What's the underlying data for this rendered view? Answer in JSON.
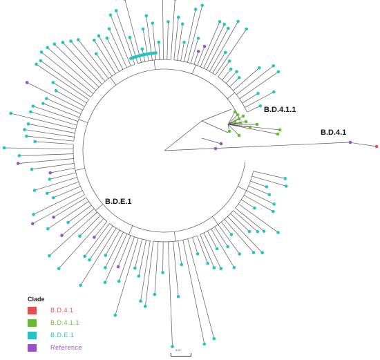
{
  "tree": {
    "colors": {
      "B.D.4.1": "#e84c4c",
      "B.D.4.1.1": "#66bb33",
      "B.D.E.1": "#22c4c4",
      "Reference": "#9b4fc9",
      "branch": "#555555"
    },
    "clade_labels": {
      "bd411": "B.D.4.1.1",
      "bd41": "B.D.4.1",
      "bde1": "B.D.E.1"
    },
    "scale_label": "0.01"
  },
  "legend": {
    "title": "Clade",
    "items": [
      {
        "label": "B.D.4.1",
        "color": "#e84c4c"
      },
      {
        "label": "B.D.4.1.1",
        "color": "#66bb33"
      },
      {
        "label": "B.D.E.1",
        "color": "#22c4c4"
      },
      {
        "label": "Reference",
        "color": "#9b4fc9"
      }
    ]
  }
}
